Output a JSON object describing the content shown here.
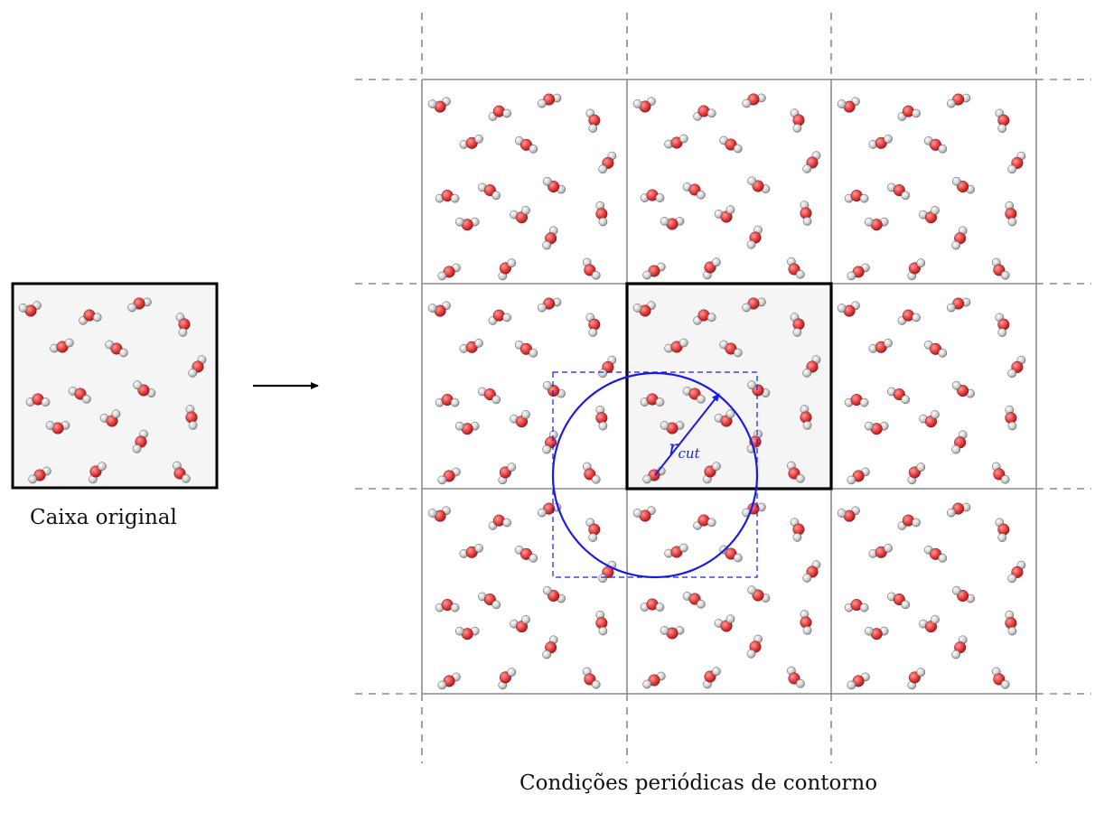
{
  "captions": {
    "original_box": "Caixa original",
    "periodic_conditions": "Condições periódicas de contorno"
  },
  "cutoff": {
    "symbol": "r",
    "subscript": "cut"
  },
  "grid": {
    "rows": 3,
    "columns": 3,
    "central_cell": "middle"
  },
  "colors": {
    "oxygen": "#e23b3b",
    "hydrogen": "#d8d8d8",
    "grid_line": "#8a8a8a",
    "box_border": "#000000",
    "cutoff": "#1a1ae6",
    "box_fill": "#f5f5f5"
  },
  "icons": {
    "arrow": "right-arrow-icon",
    "molecule": "water-molecule-icon"
  }
}
